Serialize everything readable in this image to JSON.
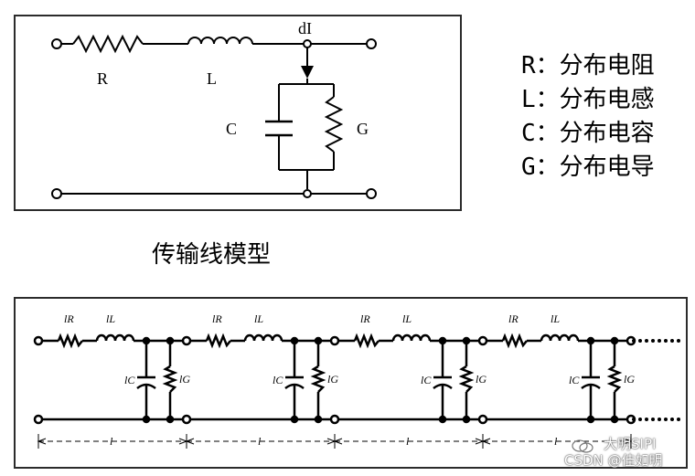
{
  "top_circuit": {
    "labels": {
      "resistor": "R",
      "inductor": "L",
      "current": "dI",
      "capacitor": "C",
      "conductance": "G"
    }
  },
  "legend": [
    "R：分布电阻",
    "L：分布电感",
    "C：分布电容",
    "G：分布电导"
  ],
  "caption": "传输线模型",
  "bottom_circuit": {
    "section_labels": {
      "r": "lR",
      "l": "lL",
      "c": "lC",
      "g": "lG",
      "length": "l"
    },
    "section_count": 4
  },
  "watermark": {
    "line1": "大明SIPI",
    "line2": "CSDN @佳如明"
  }
}
